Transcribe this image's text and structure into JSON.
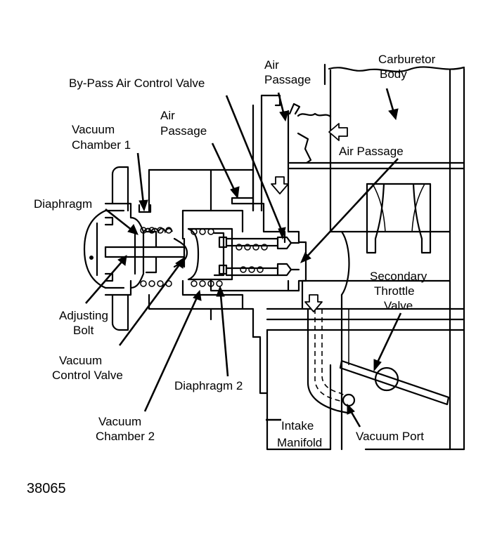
{
  "figure_number": "38065",
  "labels": {
    "bypass_air_control_valve": "By-Pass Air Control Valve",
    "air_passage_top_line1": "Air",
    "air_passage_top_line2": "Passage",
    "carburetor_body_line1": "Carburetor",
    "carburetor_body_line2": "Body",
    "vacuum_chamber_1_line1": "Vacuum",
    "vacuum_chamber_1_line2": "Chamber 1",
    "air_passage_mid_line1": "Air",
    "air_passage_mid_line2": "Passage",
    "air_passage_right": "Air Passage",
    "diaphragm": "Diaphragm",
    "secondary_throttle_line1": "Secondary",
    "secondary_throttle_line2": "Throttle",
    "secondary_throttle_line3": "Valve",
    "adjusting_bolt_line1": "Adjusting",
    "adjusting_bolt_line2": "Bolt",
    "vacuum_control_valve_line1": "Vacuum",
    "vacuum_control_valve_line2": "Control Valve",
    "diaphragm_2": "Diaphragm 2",
    "vacuum_chamber_2_line1": "Vacuum",
    "vacuum_chamber_2_line2": "Chamber 2",
    "intake_manifold_line1": "Intake",
    "intake_manifold_line2": "Manifold",
    "vacuum_port": "Vacuum Port"
  }
}
